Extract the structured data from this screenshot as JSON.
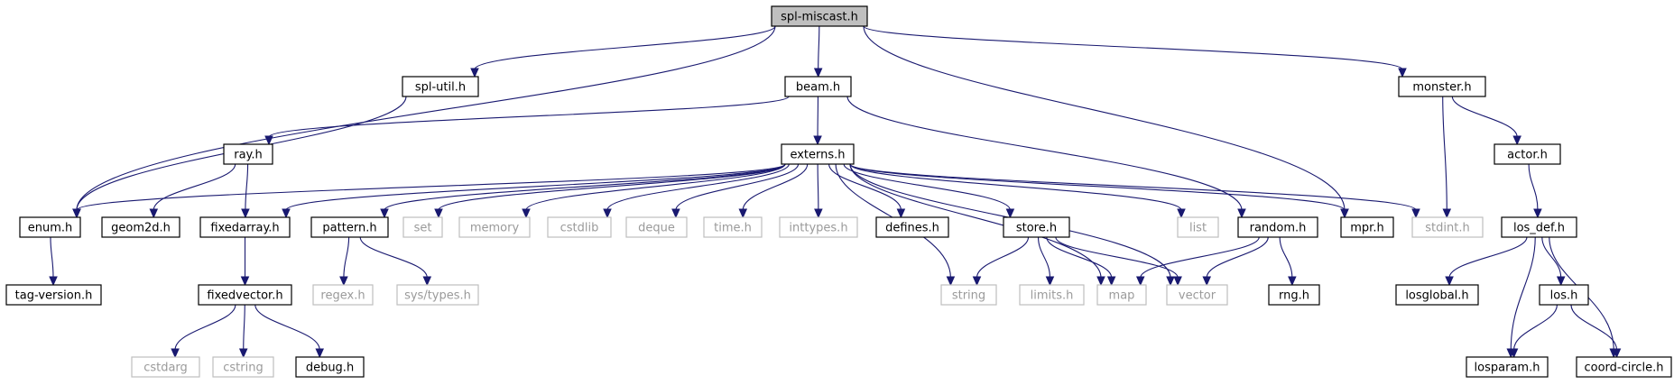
{
  "colors": {
    "edge": "#191970",
    "documented_text": "#000000",
    "external_text": "#9a9a9a",
    "root_fill": "#bfbfbf"
  },
  "nodes": [
    {
      "id": "spl-miscast",
      "label": "spl-miscast.h",
      "kind": "root"
    },
    {
      "id": "spl-util",
      "label": "spl-util.h",
      "kind": "documented"
    },
    {
      "id": "beam",
      "label": "beam.h",
      "kind": "documented"
    },
    {
      "id": "monster",
      "label": "monster.h",
      "kind": "documented"
    },
    {
      "id": "ray",
      "label": "ray.h",
      "kind": "documented"
    },
    {
      "id": "externs",
      "label": "externs.h",
      "kind": "documented"
    },
    {
      "id": "actor",
      "label": "actor.h",
      "kind": "documented"
    },
    {
      "id": "enum",
      "label": "enum.h",
      "kind": "documented"
    },
    {
      "id": "geom2d",
      "label": "geom2d.h",
      "kind": "documented"
    },
    {
      "id": "fixedarray",
      "label": "fixedarray.h",
      "kind": "documented"
    },
    {
      "id": "pattern",
      "label": "pattern.h",
      "kind": "documented"
    },
    {
      "id": "set",
      "label": "set",
      "kind": "external"
    },
    {
      "id": "memory",
      "label": "memory",
      "kind": "external"
    },
    {
      "id": "cstdlib",
      "label": "cstdlib",
      "kind": "external"
    },
    {
      "id": "deque",
      "label": "deque",
      "kind": "external"
    },
    {
      "id": "time",
      "label": "time.h",
      "kind": "external"
    },
    {
      "id": "inttypes",
      "label": "inttypes.h",
      "kind": "external"
    },
    {
      "id": "defines",
      "label": "defines.h",
      "kind": "documented"
    },
    {
      "id": "store",
      "label": "store.h",
      "kind": "documented"
    },
    {
      "id": "list",
      "label": "list",
      "kind": "external"
    },
    {
      "id": "random",
      "label": "random.h",
      "kind": "documented"
    },
    {
      "id": "mpr",
      "label": "mpr.h",
      "kind": "documented"
    },
    {
      "id": "stdint",
      "label": "stdint.h",
      "kind": "external"
    },
    {
      "id": "los_def",
      "label": "los_def.h",
      "kind": "documented"
    },
    {
      "id": "tag-version",
      "label": "tag-version.h",
      "kind": "documented"
    },
    {
      "id": "fixedvector",
      "label": "fixedvector.h",
      "kind": "documented"
    },
    {
      "id": "regex",
      "label": "regex.h",
      "kind": "external"
    },
    {
      "id": "systypes",
      "label": "sys/types.h",
      "kind": "external"
    },
    {
      "id": "string",
      "label": "string",
      "kind": "external"
    },
    {
      "id": "limits",
      "label": "limits.h",
      "kind": "external"
    },
    {
      "id": "map",
      "label": "map",
      "kind": "external"
    },
    {
      "id": "vector",
      "label": "vector",
      "kind": "external"
    },
    {
      "id": "rng",
      "label": "rng.h",
      "kind": "documented"
    },
    {
      "id": "losglobal",
      "label": "losglobal.h",
      "kind": "documented"
    },
    {
      "id": "los",
      "label": "los.h",
      "kind": "documented"
    },
    {
      "id": "cstdarg",
      "label": "cstdarg",
      "kind": "external"
    },
    {
      "id": "cstring",
      "label": "cstring",
      "kind": "external"
    },
    {
      "id": "debug",
      "label": "debug.h",
      "kind": "documented"
    },
    {
      "id": "losparam",
      "label": "losparam.h",
      "kind": "documented"
    },
    {
      "id": "coord-circle",
      "label": "coord-circle.h",
      "kind": "documented"
    }
  ],
  "edges": [
    [
      "spl-miscast",
      "spl-util"
    ],
    [
      "spl-miscast",
      "beam"
    ],
    [
      "spl-miscast",
      "monster"
    ],
    [
      "spl-miscast",
      "enum"
    ],
    [
      "spl-miscast",
      "mpr"
    ],
    [
      "spl-util",
      "enum"
    ],
    [
      "beam",
      "ray"
    ],
    [
      "beam",
      "externs"
    ],
    [
      "beam",
      "random"
    ],
    [
      "ray",
      "geom2d"
    ],
    [
      "ray",
      "fixedarray"
    ],
    [
      "externs",
      "enum"
    ],
    [
      "externs",
      "fixedarray"
    ],
    [
      "externs",
      "pattern"
    ],
    [
      "externs",
      "set"
    ],
    [
      "externs",
      "memory"
    ],
    [
      "externs",
      "cstdlib"
    ],
    [
      "externs",
      "deque"
    ],
    [
      "externs",
      "time"
    ],
    [
      "externs",
      "inttypes"
    ],
    [
      "externs",
      "defines"
    ],
    [
      "externs",
      "store"
    ],
    [
      "externs",
      "list"
    ],
    [
      "externs",
      "string"
    ],
    [
      "externs",
      "map"
    ],
    [
      "externs",
      "vector"
    ],
    [
      "externs",
      "mpr"
    ],
    [
      "externs",
      "stdint"
    ],
    [
      "monster",
      "actor"
    ],
    [
      "monster",
      "stdint"
    ],
    [
      "actor",
      "los_def"
    ],
    [
      "enum",
      "tag-version"
    ],
    [
      "fixedarray",
      "fixedvector"
    ],
    [
      "fixedvector",
      "cstdarg"
    ],
    [
      "fixedvector",
      "cstring"
    ],
    [
      "fixedvector",
      "debug"
    ],
    [
      "pattern",
      "regex"
    ],
    [
      "pattern",
      "systypes"
    ],
    [
      "store",
      "string"
    ],
    [
      "store",
      "limits"
    ],
    [
      "store",
      "map"
    ],
    [
      "store",
      "vector"
    ],
    [
      "random",
      "map"
    ],
    [
      "random",
      "vector"
    ],
    [
      "random",
      "rng"
    ],
    [
      "los_def",
      "losglobal"
    ],
    [
      "los_def",
      "los"
    ],
    [
      "los_def",
      "losparam"
    ],
    [
      "los_def",
      "coord-circle"
    ],
    [
      "los",
      "losparam"
    ],
    [
      "los",
      "coord-circle"
    ]
  ]
}
